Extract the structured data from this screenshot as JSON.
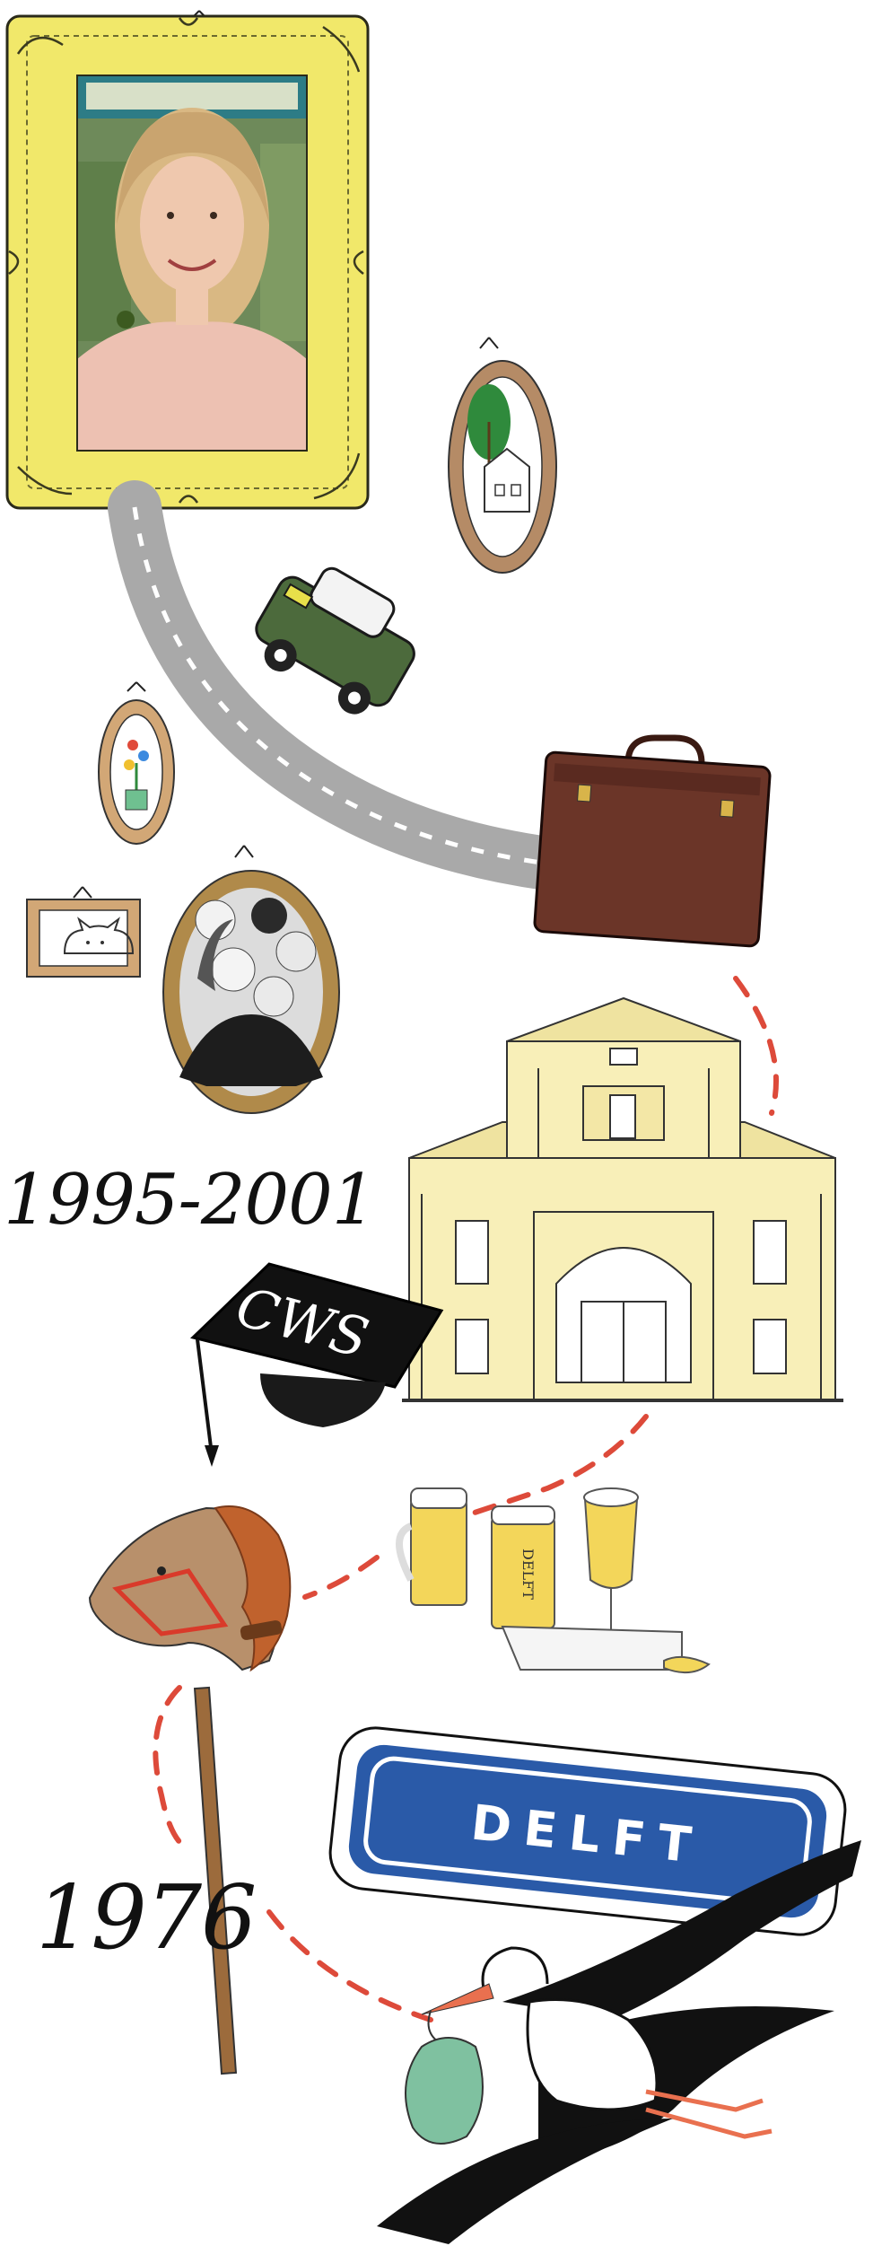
{
  "timeline": {
    "years": [
      "1995-2001",
      "1976"
    ]
  },
  "illustrations": {
    "student_cap_text": "CWS",
    "town_sign_text": "DELFT",
    "beer_mug_lettering": "DELFT"
  },
  "colors": {
    "gold_frame": "#f1e86a",
    "brown_frame": "#b58b66",
    "road": "#a9a9a9",
    "car": "#4c6a3c",
    "suitcase": "#6b3528",
    "building": "#f8efb8",
    "dash_path": "#dd4a3a",
    "sign_blue": "#2a5aa8",
    "beer": "#f3d65a",
    "horse": "#b8906b",
    "mane": "#c0622d",
    "bundle": "#7fc1a0"
  }
}
